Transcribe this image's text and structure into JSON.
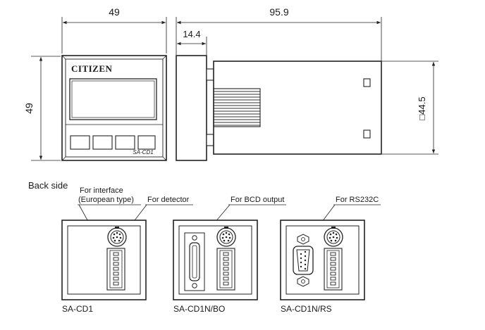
{
  "front_view": {
    "width_dim": "49",
    "height_dim": "49",
    "brand": "CITIZEN",
    "model_label": "SA-CD1"
  },
  "side_view": {
    "length_dim": "95.9",
    "front_depth_dim": "14.4",
    "square_dim": "□44.5"
  },
  "back_side": {
    "heading": "Back side",
    "callouts": {
      "interface_line1": "For interface",
      "interface_line2": "(European type)",
      "detector": "For detector",
      "bcd": "For BCD output",
      "rs232c": "For RS232C"
    },
    "models": [
      "SA-CD1",
      "SA-CD1N/BO",
      "SA-CD1N/RS"
    ]
  }
}
